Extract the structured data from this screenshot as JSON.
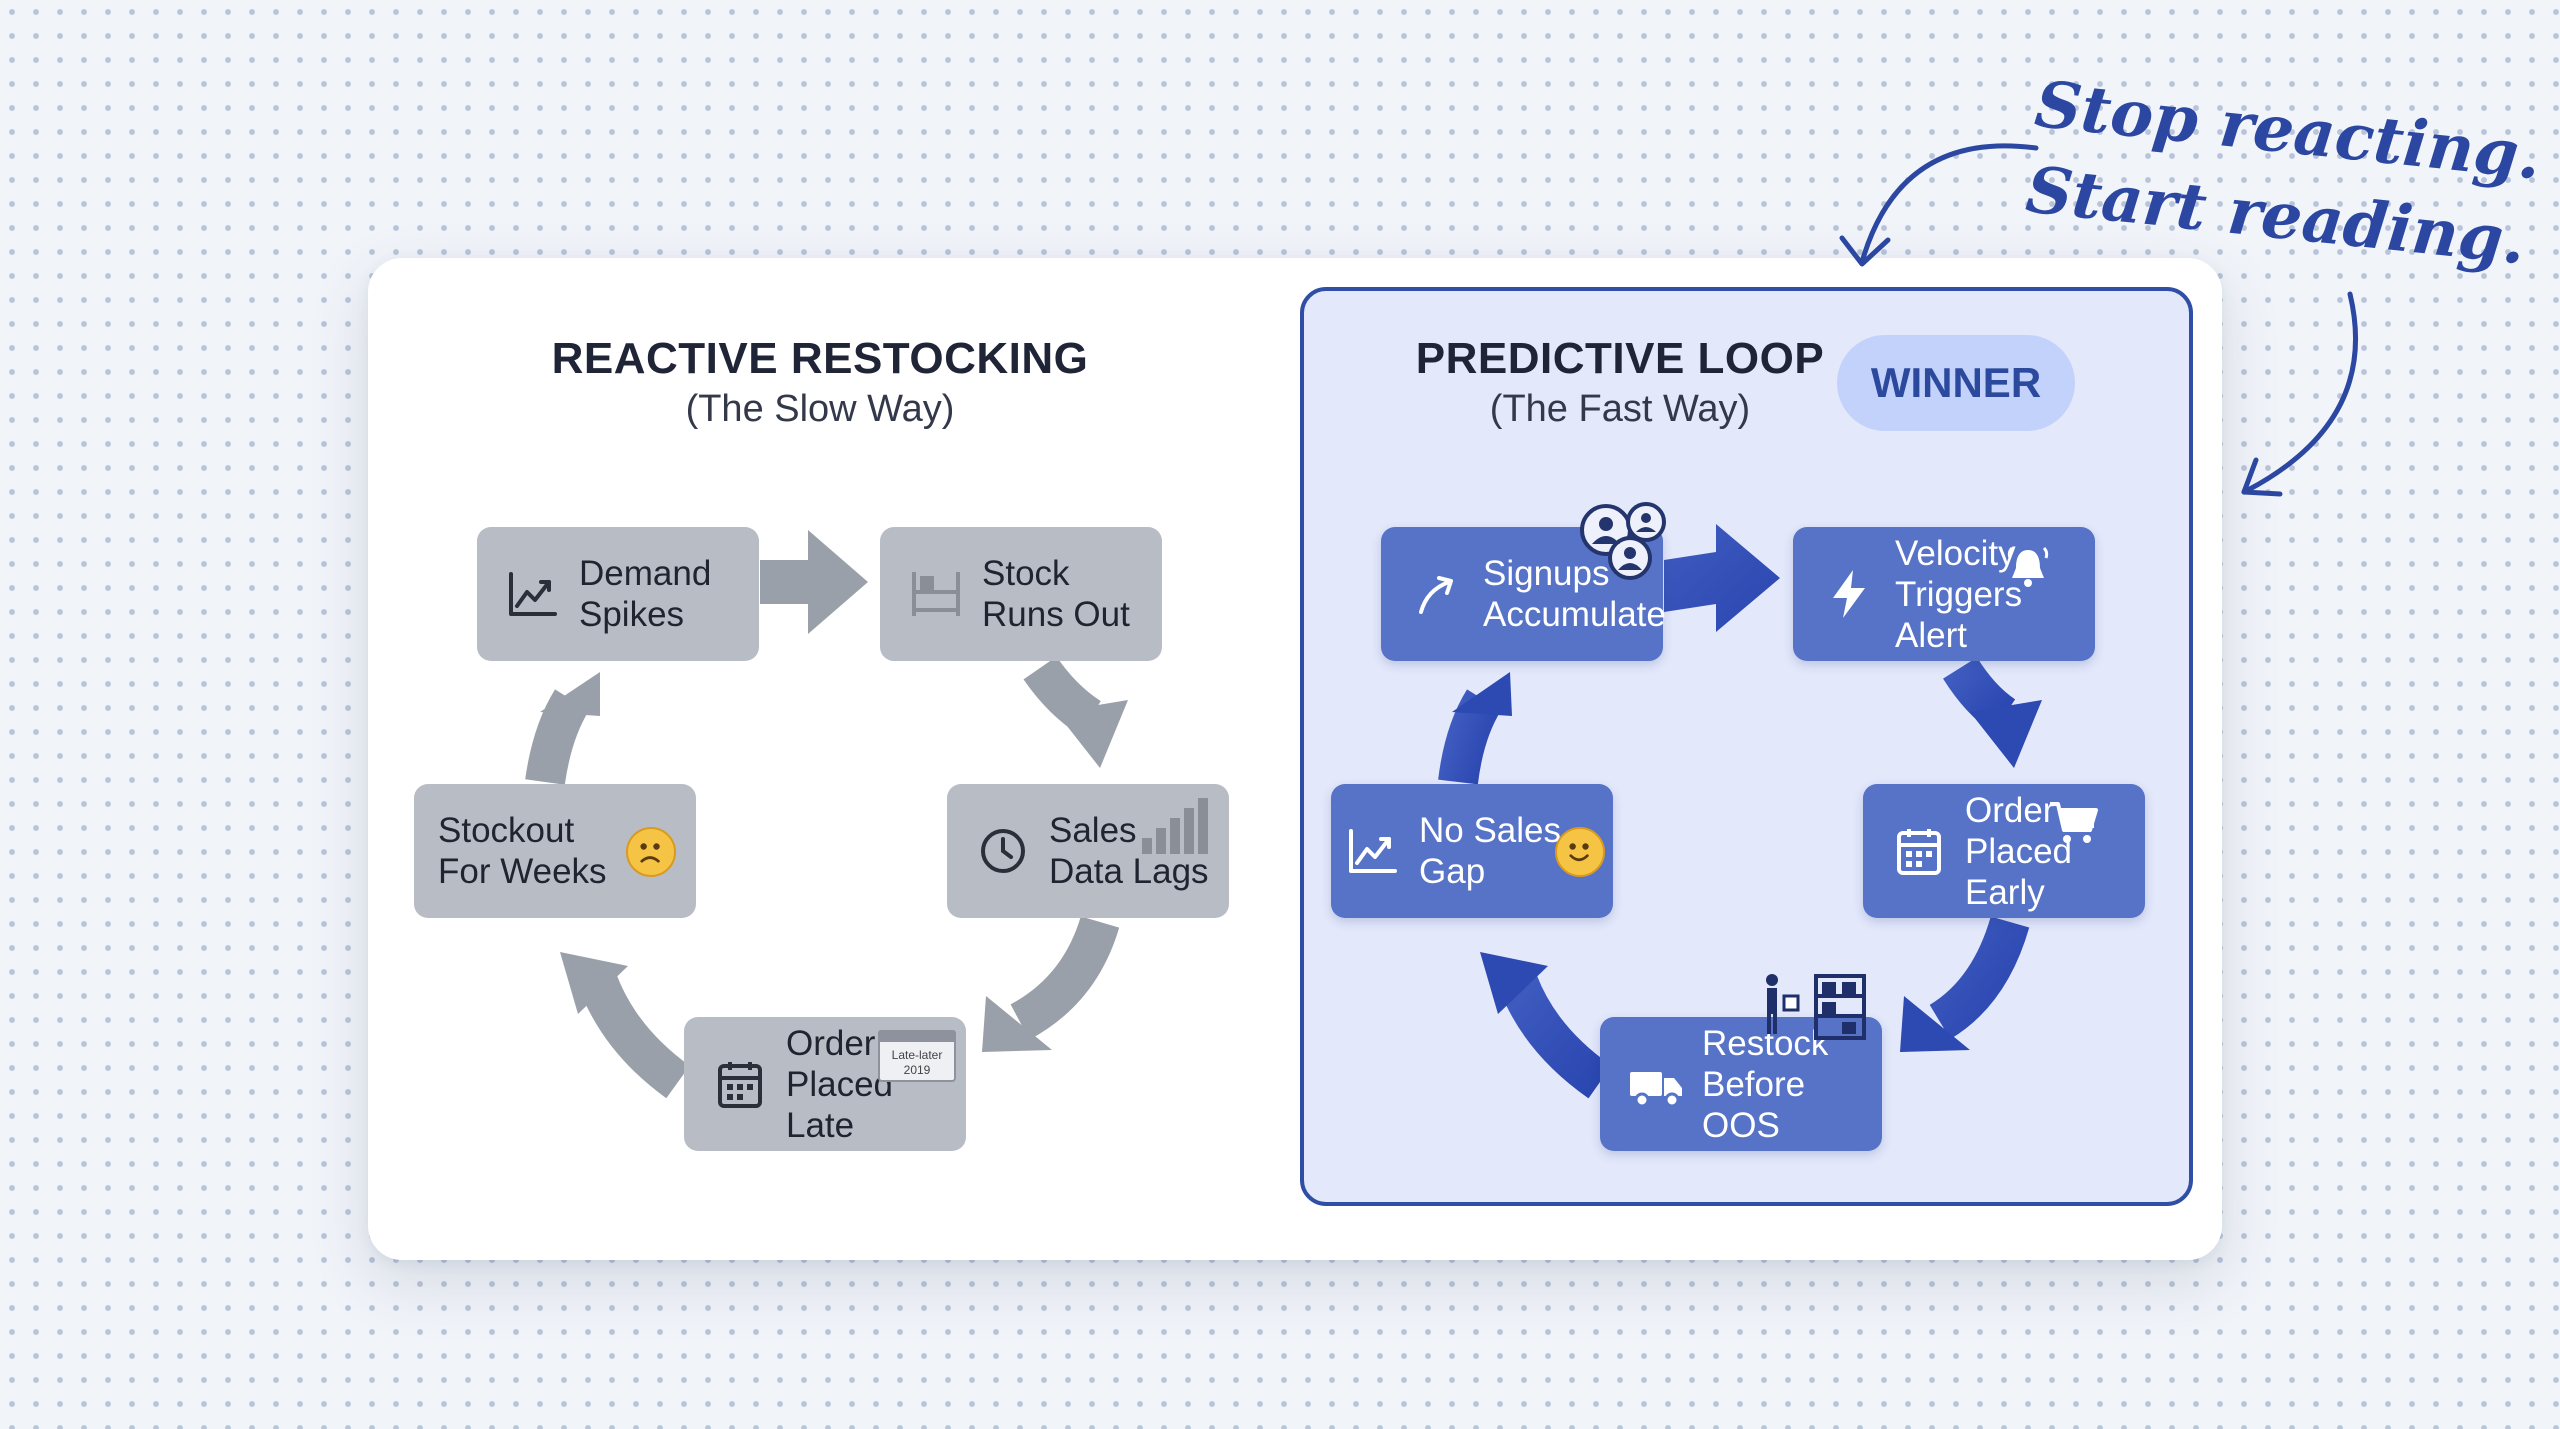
{
  "left_panel": {
    "title": "REACTIVE RESTOCKING",
    "subtitle": "(The Slow Way)",
    "nodes": [
      {
        "line1": "Demand",
        "line2": "Spikes",
        "icon": "trending-up-icon"
      },
      {
        "line1": "Stock",
        "line2": "Runs Out",
        "icon": "empty-shelf-icon"
      },
      {
        "line1": "Sales",
        "line2": "Data Lags",
        "icon": "clock-icon"
      },
      {
        "line1": "Order",
        "line2": "Placed Late",
        "icon": "calendar-icon",
        "tag_line1": "Late-later",
        "tag_line2": "2019"
      },
      {
        "line1": "Stockout",
        "line2": "For Weeks",
        "icon": "sad-face-icon"
      }
    ]
  },
  "right_panel": {
    "title": "PREDICTIVE LOOP",
    "subtitle": "(The Fast Way)",
    "badge": "WINNER",
    "nodes": [
      {
        "line1": "Signups",
        "line2": "Accumulate",
        "icon": "arrow-up-right-icon"
      },
      {
        "line1": "Velocity",
        "line2": "Triggers Alert",
        "icon": "lightning-icon"
      },
      {
        "line1": "Order",
        "line2": "Placed Early",
        "icon": "calendar-icon"
      },
      {
        "line1": "Restock",
        "line2": "Before OOS",
        "icon": "truck-icon"
      },
      {
        "line1": "No Sales",
        "line2": "Gap",
        "icon": "trending-up-icon"
      }
    ]
  },
  "annotation": {
    "line1": "Stop reacting.",
    "line2": "Start reading."
  },
  "colors": {
    "grey_node": "#b8bcc5",
    "blue_node": "#5673c7",
    "accent": "#2f4ea5",
    "winner_badge": "#c3d2fb"
  }
}
